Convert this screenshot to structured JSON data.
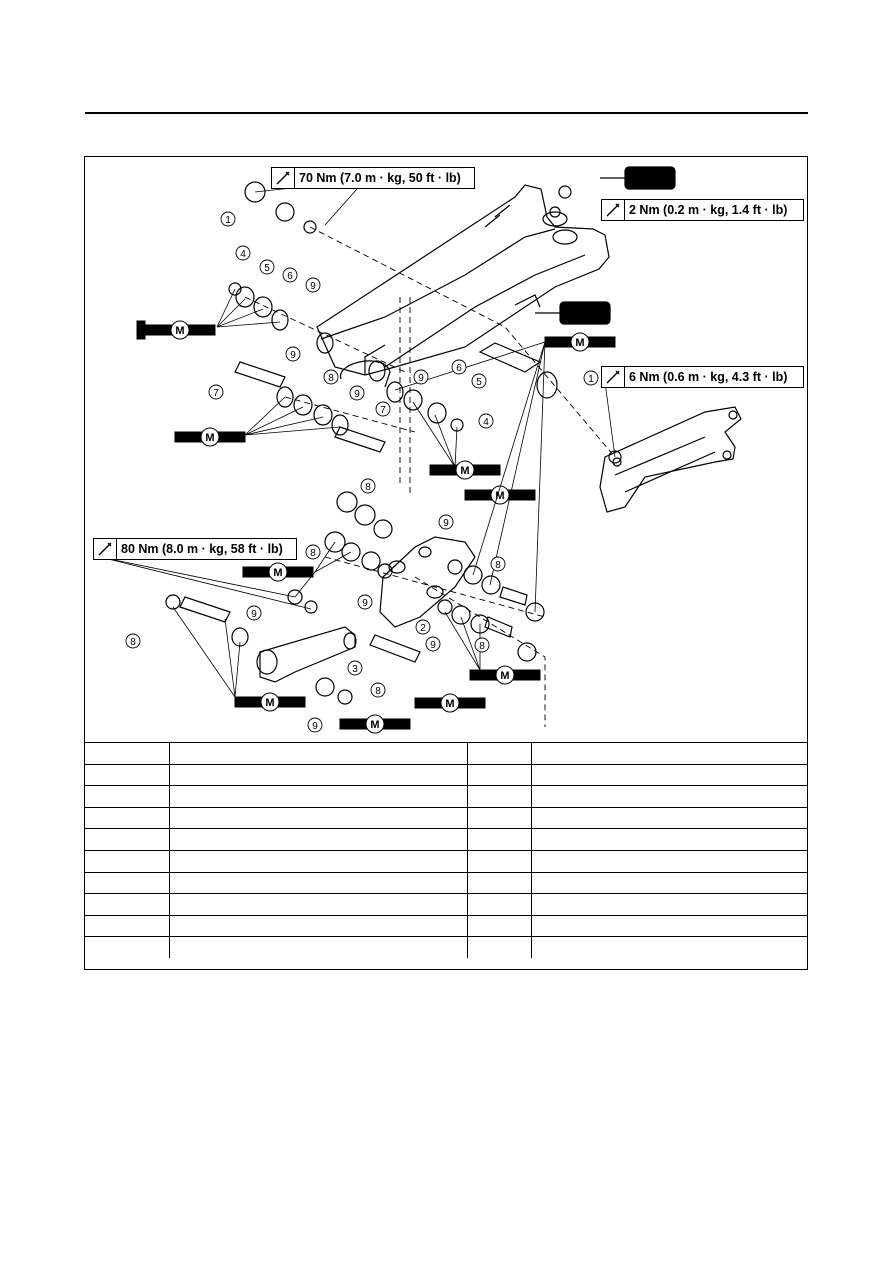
{
  "torque_labels": {
    "t1": "70 Nm (7.0 m · kg, 50 ft · lb)",
    "t2": "2 Nm (0.2 m · kg, 1.4 ft · lb)",
    "t3": "6 Nm (0.6 m · kg, 4.3 ft · lb)",
    "t4": "80 Nm (8.0 m · kg, 58 ft · lb)"
  },
  "callouts": [
    "①",
    "②",
    "③",
    "④",
    "⑤",
    "⑥",
    "⑦",
    "⑧",
    "⑨"
  ],
  "grease_symbol": "M",
  "table_rows": [
    [
      "",
      "",
      "",
      ""
    ],
    [
      "",
      "",
      "",
      ""
    ],
    [
      "",
      "",
      "",
      ""
    ],
    [
      "",
      "",
      "",
      ""
    ],
    [
      "",
      "",
      "",
      ""
    ],
    [
      "",
      "",
      "",
      ""
    ],
    [
      "",
      "",
      "",
      ""
    ],
    [
      "",
      "",
      "",
      ""
    ],
    [
      "",
      "",
      "",
      ""
    ],
    [
      "",
      "",
      "",
      ""
    ]
  ]
}
